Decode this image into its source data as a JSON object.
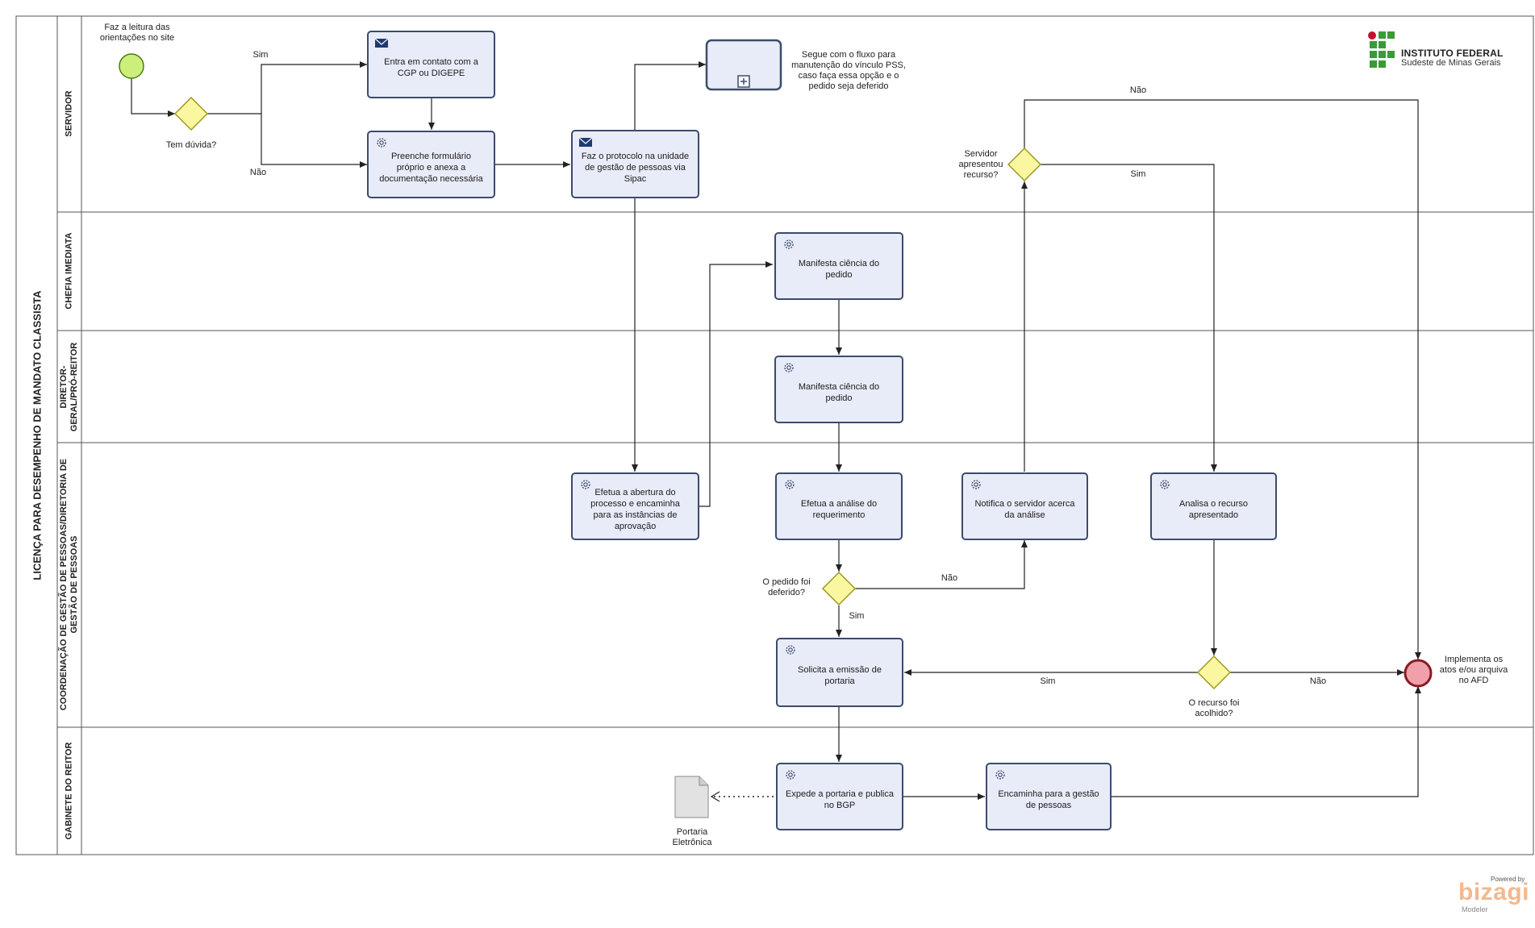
{
  "pool": {
    "title": "LICENÇA PARA DESEMPENHO DE MANDATO CLASSISTA"
  },
  "lanes": [
    {
      "id": "servidor",
      "title": "SERVIDOR"
    },
    {
      "id": "chefia",
      "title": "CHEFIA IMEDIATA"
    },
    {
      "id": "diretor",
      "title": "DIRETOR-GERAL/PRÓ-REITOR"
    },
    {
      "id": "coordenacao",
      "title": "COORDENAÇÃO DE GESTÃO DE PESSOAS/DIRETORIA DE GESTÃO DE PESSOAS"
    },
    {
      "id": "gabinete",
      "title": "GABINETE DO REITOR"
    }
  ],
  "logo": {
    "name": "INSTITUTO FEDERAL",
    "subtitle": "Sudeste de Minas Gerais"
  },
  "events": {
    "start": "Faz a leitura das orientações no site",
    "end": "Implementa os atos e/ou arquiva no AFD"
  },
  "tasks": {
    "contato": "Entra em contato com a CGP ou DIGEPE",
    "formulario": "Preenche formulário próprio e anexa a documentação necessária",
    "protocolo": "Faz o protocolo na unidade de gestão de pessoas via Sipac",
    "chefia_ciencia": "Manifesta ciência do pedido",
    "diretor_ciencia": "Manifesta ciência do pedido",
    "abertura": "Efetua a abertura do processo e encaminha para as instâncias de aprovação",
    "analise": "Efetua a análise do requerimento",
    "notifica": "Notifica o servidor acerca da análise",
    "analisa_recurso": "Analisa o recurso apresentado",
    "solicita": "Solicita a emissão de portaria",
    "expede": "Expede a portaria e publica no BGP",
    "encaminha": "Encaminha para a gestão de pessoas"
  },
  "subprocess": {
    "text": "Segue com o fluxo para manutenção do vínculo PSS, caso faça essa opção e o pedido seja deferido"
  },
  "gateways": {
    "duvida": "Tem dúvida?",
    "deferido": "O pedido foi deferido?",
    "recurso": "Servidor apresentou recurso?",
    "acolhido": "O recurso foi acolhido?"
  },
  "document": {
    "label": "Portaria Eletrônica"
  },
  "flow_labels": {
    "duvida_sim": "Sim",
    "duvida_nao": "Não",
    "deferido_nao": "Não",
    "deferido_sim": "Sim",
    "recurso_nao": "Não",
    "recurso_sim": "Sim",
    "acolhido_sim": "Sim",
    "acolhido_nao": "Não"
  },
  "watermark": {
    "powered": "Powered by",
    "brand": "bizagi",
    "product": "Modeler"
  },
  "colors": {
    "task_fill": "#e8ecf8",
    "task_border": "#3b4b6b",
    "start_fill": "#ccef7a",
    "end_fill": "#f0a0a8",
    "gateway_fill": "#fbf7a0",
    "logo_green": "#3a9a3a",
    "logo_red": "#c8102e"
  }
}
